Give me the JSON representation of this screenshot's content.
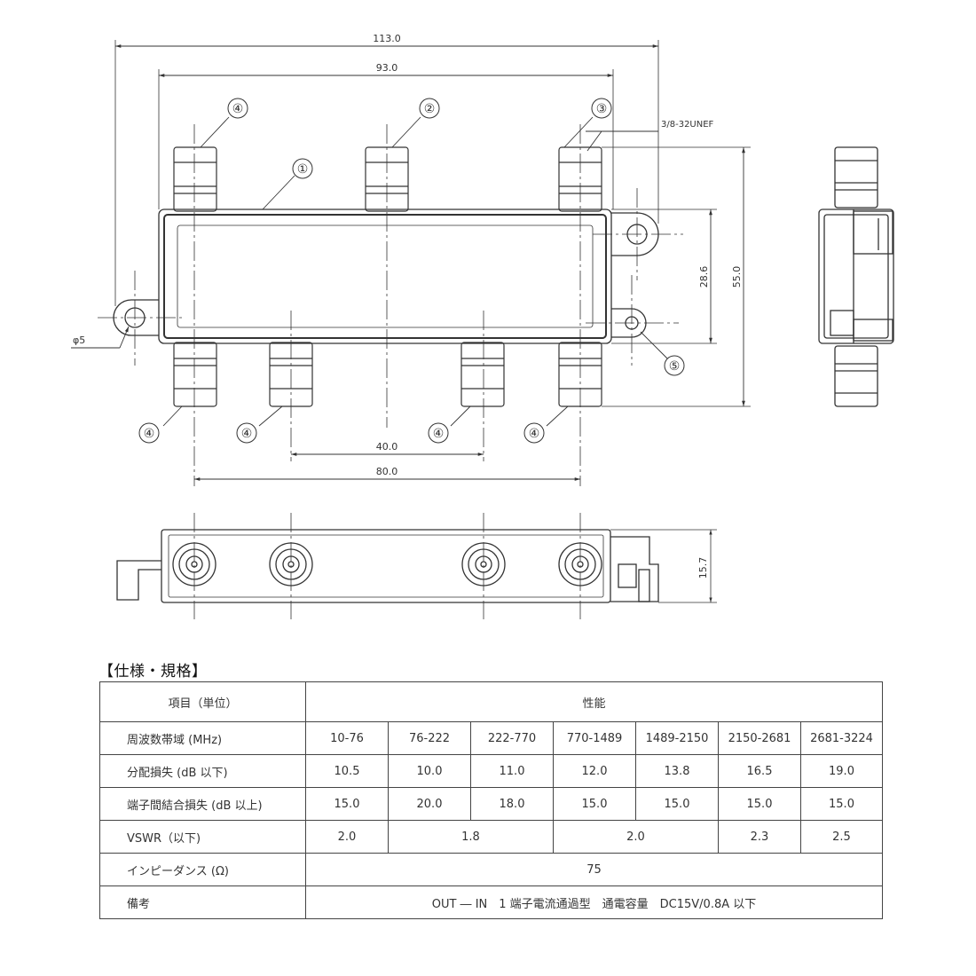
{
  "drawing": {
    "dimensions": {
      "overall_width": "113.0",
      "body_width": "93.0",
      "thread": "3/8-32UNEF",
      "height_inner": "28.6",
      "height_overall": "55.0",
      "hole_dia": "φ5",
      "port_pitch": "40.0",
      "port_span": "80.0",
      "depth": "15.7"
    },
    "callouts": {
      "c1": "①",
      "c2": "②",
      "c3": "③",
      "c4": "④",
      "c5": "⑤"
    }
  },
  "specs": {
    "title": "【仕様・規格】",
    "header": {
      "item": "項目（単位）",
      "performance": "性能"
    },
    "rows": {
      "freq": {
        "label": "周波数帯域 (MHz)",
        "values": [
          "10-76",
          "76-222",
          "222-770",
          "770-1489",
          "1489-2150",
          "2150-2681",
          "2681-3224"
        ]
      },
      "loss": {
        "label": "分配損失 (dB 以下)",
        "values": [
          "10.5",
          "10.0",
          "11.0",
          "12.0",
          "13.8",
          "16.5",
          "19.0"
        ]
      },
      "isolation": {
        "label": "端子間結合損失 (dB 以上)",
        "values": [
          "15.0",
          "20.0",
          "18.0",
          "15.0",
          "15.0",
          "15.0",
          "15.0"
        ]
      },
      "vswr": {
        "label": "VSWR（以下)",
        "values": [
          "2.0",
          "1.8",
          "2.0",
          "2.3",
          "2.5"
        ]
      },
      "impedance": {
        "label": "インピーダンス (Ω)",
        "value": "75"
      },
      "notes": {
        "label": "備考",
        "value": "OUT ― IN　1 端子電流通過型　通電容量　DC15V/0.8A 以下"
      }
    }
  }
}
